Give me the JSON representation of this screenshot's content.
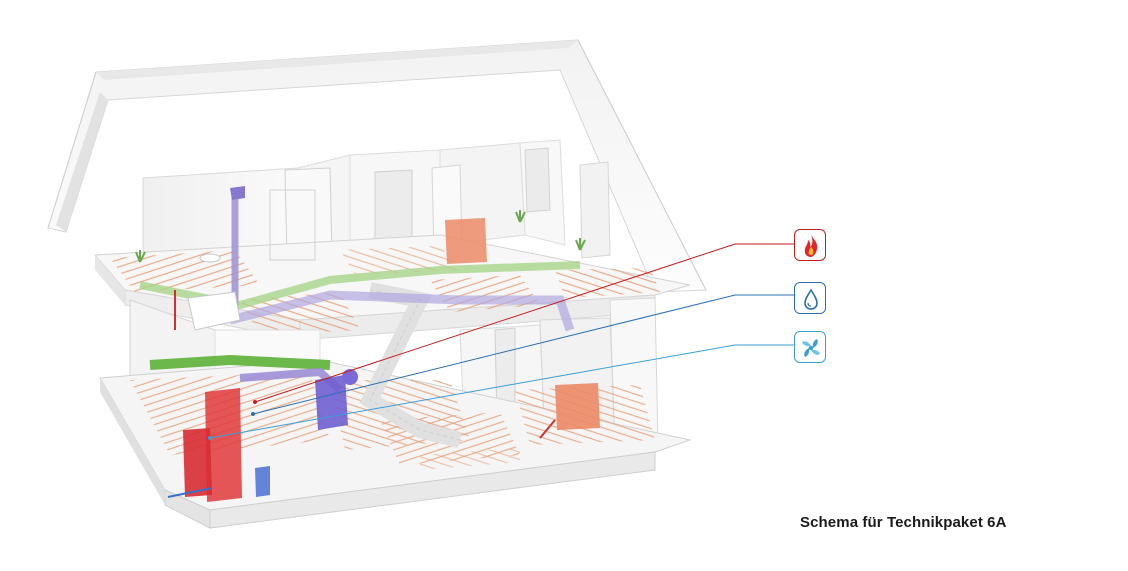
{
  "caption": "Schema für Technikpaket 6A",
  "legend": [
    {
      "icon": "flame-icon",
      "meaning": "heating",
      "color": "#c61d1d"
    },
    {
      "icon": "water-drop-icon",
      "meaning": "water",
      "color": "#2a6fb6"
    },
    {
      "icon": "fan-icon",
      "meaning": "ventilation",
      "color": "#3a9fd8"
    }
  ],
  "colors": {
    "heating_pipes": "#e08a5a",
    "heating_unit": "#e0383c",
    "supply_air": "#84c25a",
    "exhaust_air": "#9d8fd6",
    "water_line": "#3a6fc8"
  }
}
